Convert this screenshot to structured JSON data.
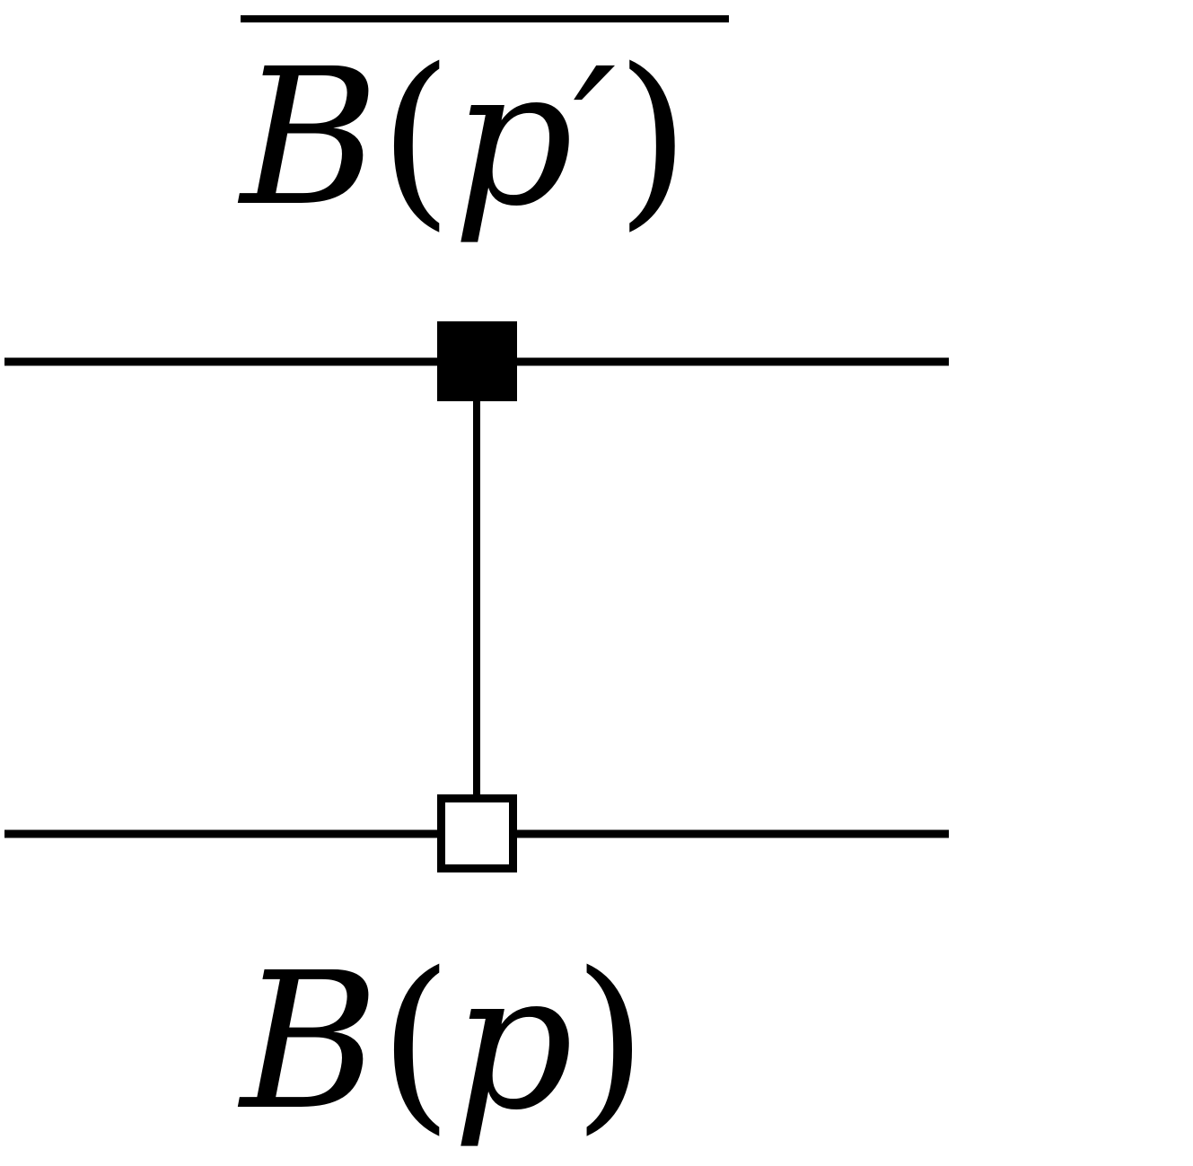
{
  "diagram": {
    "top_label": {
      "base": "B",
      "open_paren": "(",
      "argument": "p′",
      "close_paren": ")",
      "overline": true
    },
    "bottom_label": {
      "base": "B",
      "open_paren": "(",
      "argument": "p",
      "close_paren": ")"
    },
    "wires": [
      {
        "name": "top-wire"
      },
      {
        "name": "bottom-wire"
      }
    ],
    "controls": {
      "top": "filled-square",
      "bottom": "open-square"
    },
    "colors": {
      "stroke": "#000000",
      "background": "#ffffff"
    }
  }
}
